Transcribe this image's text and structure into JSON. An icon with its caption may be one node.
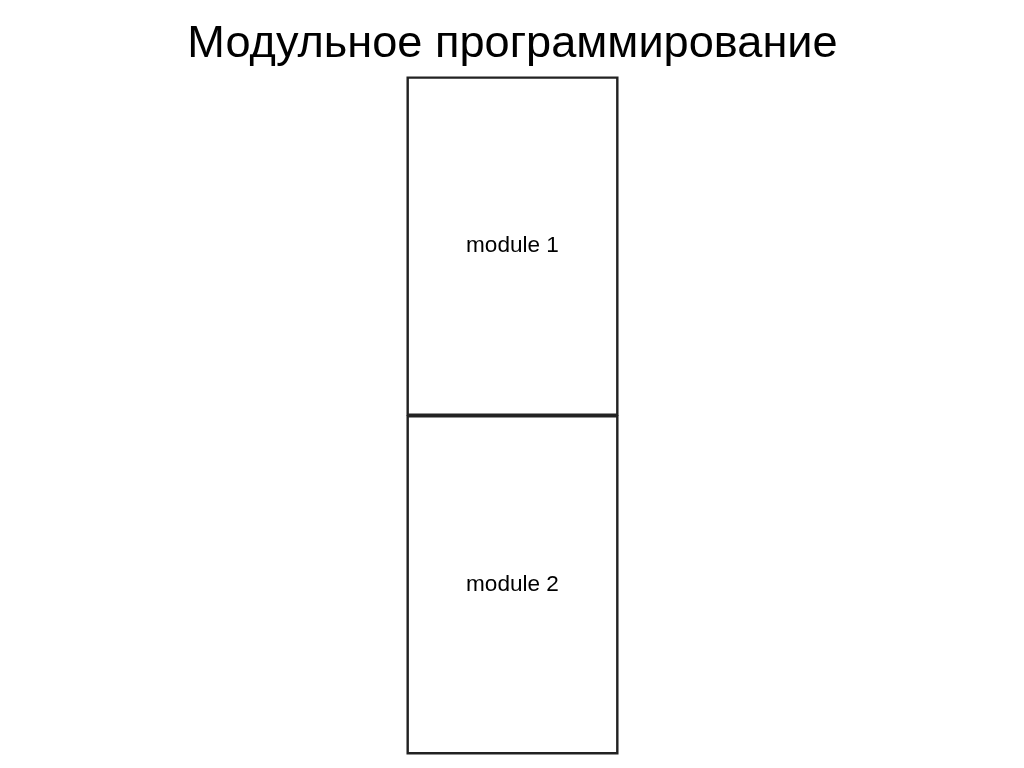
{
  "diagram": {
    "title": "Модульное программирование",
    "nodes": [
      {
        "text": [
          "module 1"
        ]
      },
      {
        "text": [
          "module 2"
        ]
      }
    ]
  }
}
